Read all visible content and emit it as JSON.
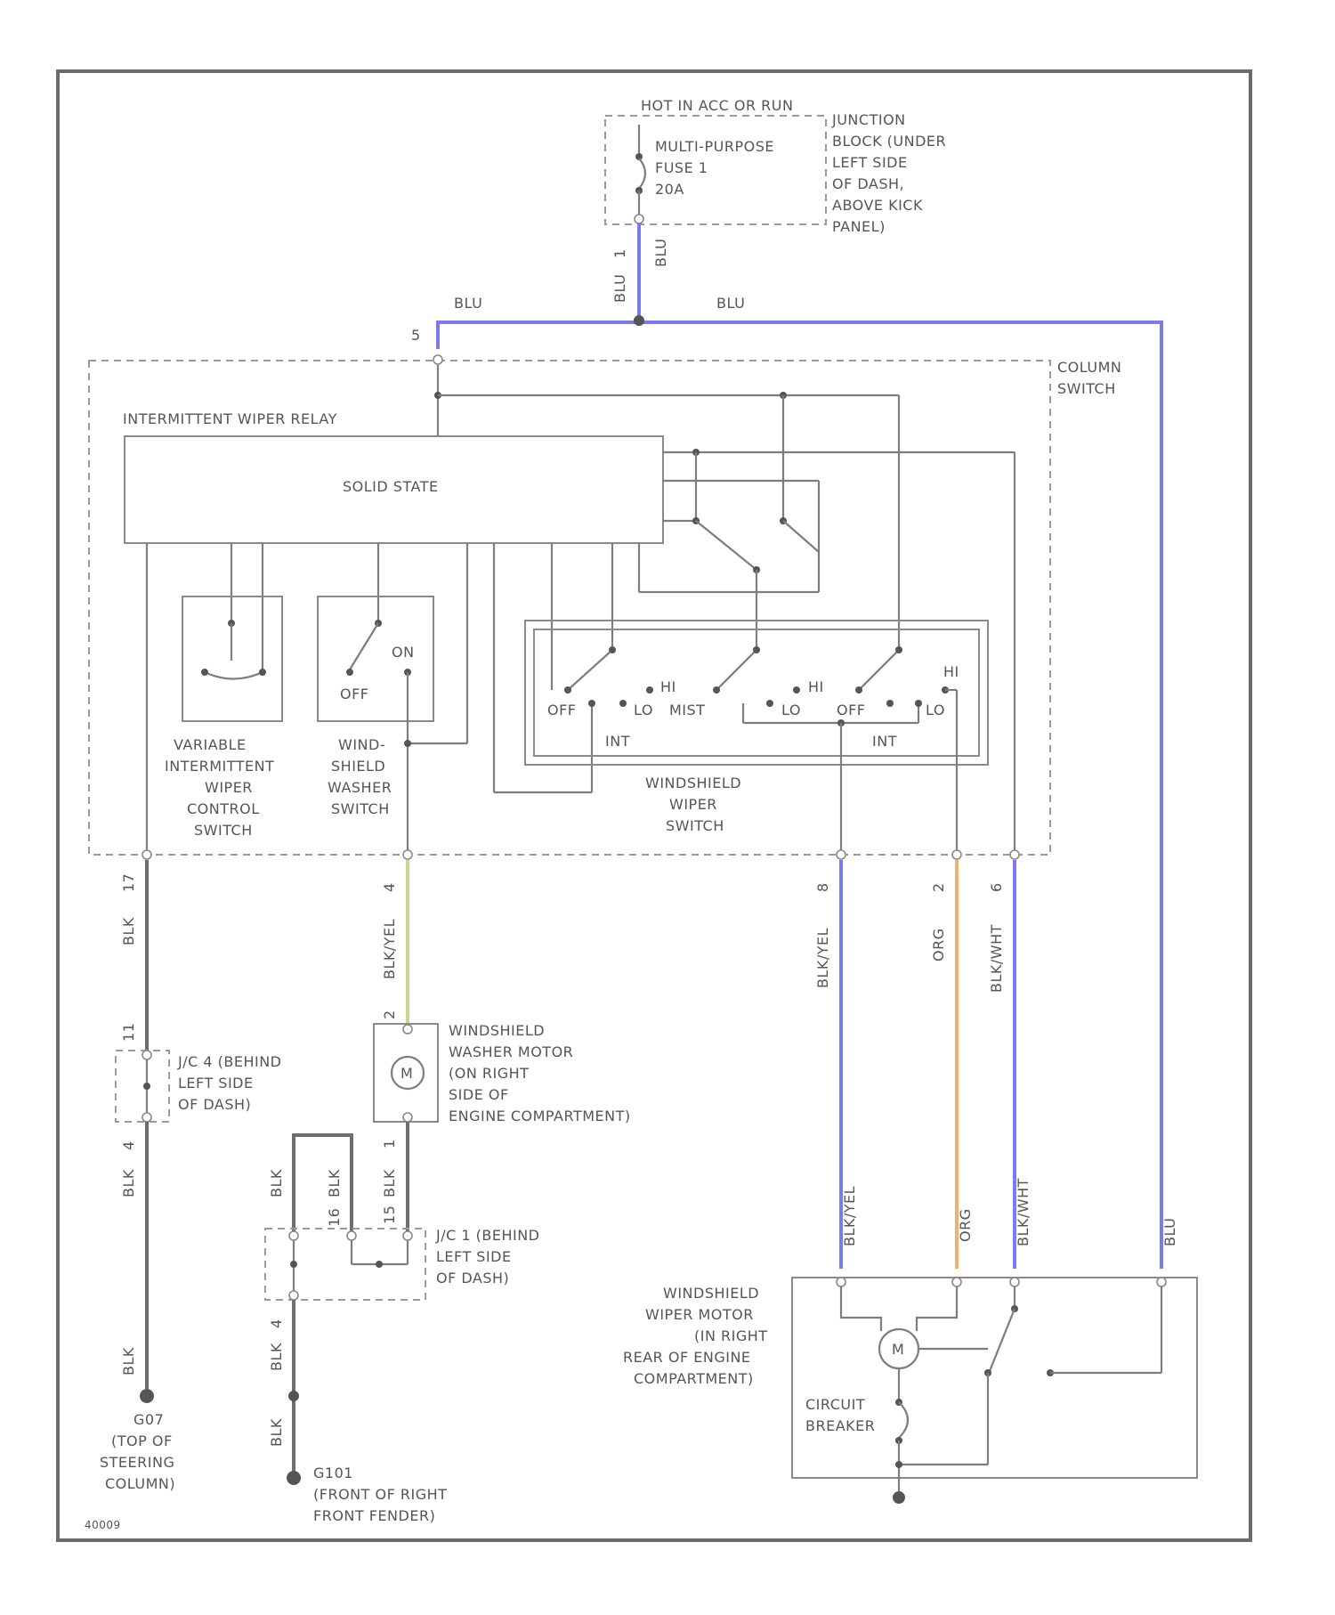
{
  "colors": {
    "wire_blue": "#7b7bf0",
    "wire_orange": "#f0b070",
    "wire_green": "#c8d890",
    "wire_gray": "#7d7d7d"
  },
  "labels": {
    "hot_acc": "HOT IN ACC OR RUN",
    "fuse": [
      "MULTI-PURPOSE",
      "FUSE 1",
      "20A"
    ],
    "junction_block": [
      "JUNCTION",
      "BLOCK (UNDER",
      "LEFT SIDE",
      "OF DASH,",
      "ABOVE KICK",
      "PANEL)"
    ],
    "fuse_wire_pin": "1",
    "fuse_wire_color": "BLU",
    "blu_left": "BLU",
    "blu_right": "BLU",
    "column_pin_top": "5",
    "column_switch": [
      "COLUMN",
      "SWITCH"
    ],
    "relay_title": "INTERMITTENT WIPER RELAY",
    "solid_state": "SOLID STATE",
    "var_switch": [
      "VARIABLE",
      "INTERMITTENT",
      "WIPER",
      "CONTROL",
      "SWITCH"
    ],
    "washer_switch": [
      "WIND-",
      "SHIELD",
      "WASHER",
      "SWITCH"
    ],
    "washer_off": "OFF",
    "washer_on": "ON",
    "wiper_switch": [
      "WINDSHIELD",
      "WIPER",
      "SWITCH"
    ],
    "ws_off_1": "OFF",
    "ws_lo_1": "LO",
    "ws_hi_1": "HI",
    "ws_int_1": "INT",
    "ws_mist": "MIST",
    "ws_hi_2": "HI",
    "ws_lo_2": "LO",
    "ws_off_3": "OFF",
    "ws_lo_3": "LO",
    "ws_hi_3": "HI",
    "ws_int_3": "INT",
    "pin_17": "17",
    "wire_blk_1": "BLK",
    "pin_4_upper": "4",
    "wire_blk_yel": "BLK/YEL",
    "pin_8_upper": "8",
    "wire_blk_yel_2": "BLK/YEL",
    "pin_2_upper": "2",
    "wire_org": "ORG",
    "pin_6_upper": "6",
    "wire_blk_wht": "BLK/WHT",
    "jc4_pin_top": "11",
    "jc4": [
      "J/C 4 (BEHIND",
      "LEFT SIDE",
      "OF DASH)"
    ],
    "jc4_pin_bottom": "4",
    "wire_blk_2": "BLK",
    "washer_motor": [
      "WINDSHIELD",
      "WASHER MOTOR",
      "(ON RIGHT",
      "SIDE OF",
      "ENGINE COMPARTMENT)"
    ],
    "motor_m": "M",
    "motor_pin_1": "2",
    "motor_pin_2": "1",
    "wire_blk_loop_left": "BLK",
    "wire_blk_loop_mid": "BLK",
    "wire_blk_loop_right": "BLK",
    "pin_16": "16",
    "pin_15": "15",
    "jc1": [
      "J/C 1 (BEHIND",
      "LEFT SIDE",
      "OF DASH)"
    ],
    "pin_4_lower": "4",
    "wire_blk_3": "BLK",
    "wire_blk_4": "BLK",
    "wire_blk_5": "BLK",
    "ground_g07": [
      "G07",
      "(TOP OF",
      "STEERING",
      "COLUMN)"
    ],
    "ground_g101": [
      "G101",
      "(FRONT OF RIGHT",
      "FRONT FENDER)"
    ],
    "wiper_motor": [
      "WINDSHIELD",
      "WIPER MOTOR",
      "(IN RIGHT",
      "REAR OF ENGINE",
      "COMPARTMENT)"
    ],
    "wiper_motor_m": "M",
    "circuit_breaker": [
      "CIRCUIT",
      "BREAKER"
    ],
    "wm_wire_1": "BLK/YEL",
    "wm_wire_2": "ORG",
    "wm_wire_3": "BLK/WHT",
    "wm_wire_4": "BLU",
    "diagram_id": "40009"
  }
}
